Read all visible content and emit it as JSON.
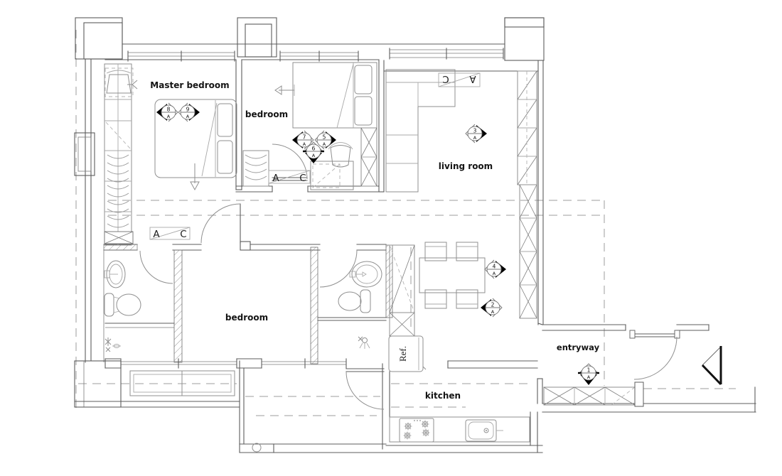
{
  "plan": {
    "rooms": {
      "master_bedroom": "Master bedroom",
      "bedroom_top": "bedroom",
      "living_room": "living room",
      "bedroom_bottom": "bedroom",
      "entryway": "entryway",
      "kitchen": "kitchen"
    },
    "refrigerator_label": "Ref.",
    "section_cut_labels": [
      {
        "left": "A",
        "right": "C"
      },
      {
        "left": "A",
        "right": "C"
      },
      {
        "left": "A",
        "right": "C"
      }
    ],
    "view_markers": [
      {
        "number": "8",
        "letter": "A",
        "direction": "left"
      },
      {
        "number": "9",
        "letter": "A",
        "direction": "right"
      },
      {
        "number": "7",
        "letter": "A",
        "direction": "left"
      },
      {
        "number": "5",
        "letter": "A",
        "direction": "right"
      },
      {
        "number": "6",
        "letter": "A",
        "direction": "down"
      },
      {
        "number": "3",
        "letter": "A",
        "direction": "right"
      },
      {
        "number": "4",
        "letter": "A",
        "direction": "right"
      },
      {
        "number": "2",
        "letter": "A",
        "direction": "left"
      },
      {
        "number": "1",
        "letter": "A",
        "direction": "down"
      }
    ],
    "colors": {
      "background": "#ffffff",
      "wall_line": "#5c5c5c",
      "furniture_line": "#8f8f8f",
      "dashed_line": "#9c9c9c",
      "label_text": "#141414",
      "marker_fill": "#000000"
    }
  }
}
